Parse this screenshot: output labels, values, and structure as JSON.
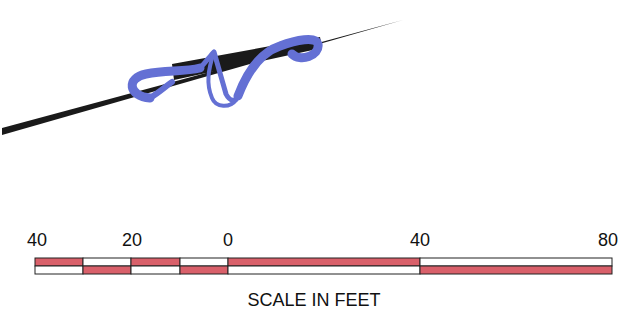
{
  "diagram": {
    "labels": [
      "40",
      "20",
      "0",
      "40",
      "80",
      "SCALE IN FEET"
    ]
  }
}
